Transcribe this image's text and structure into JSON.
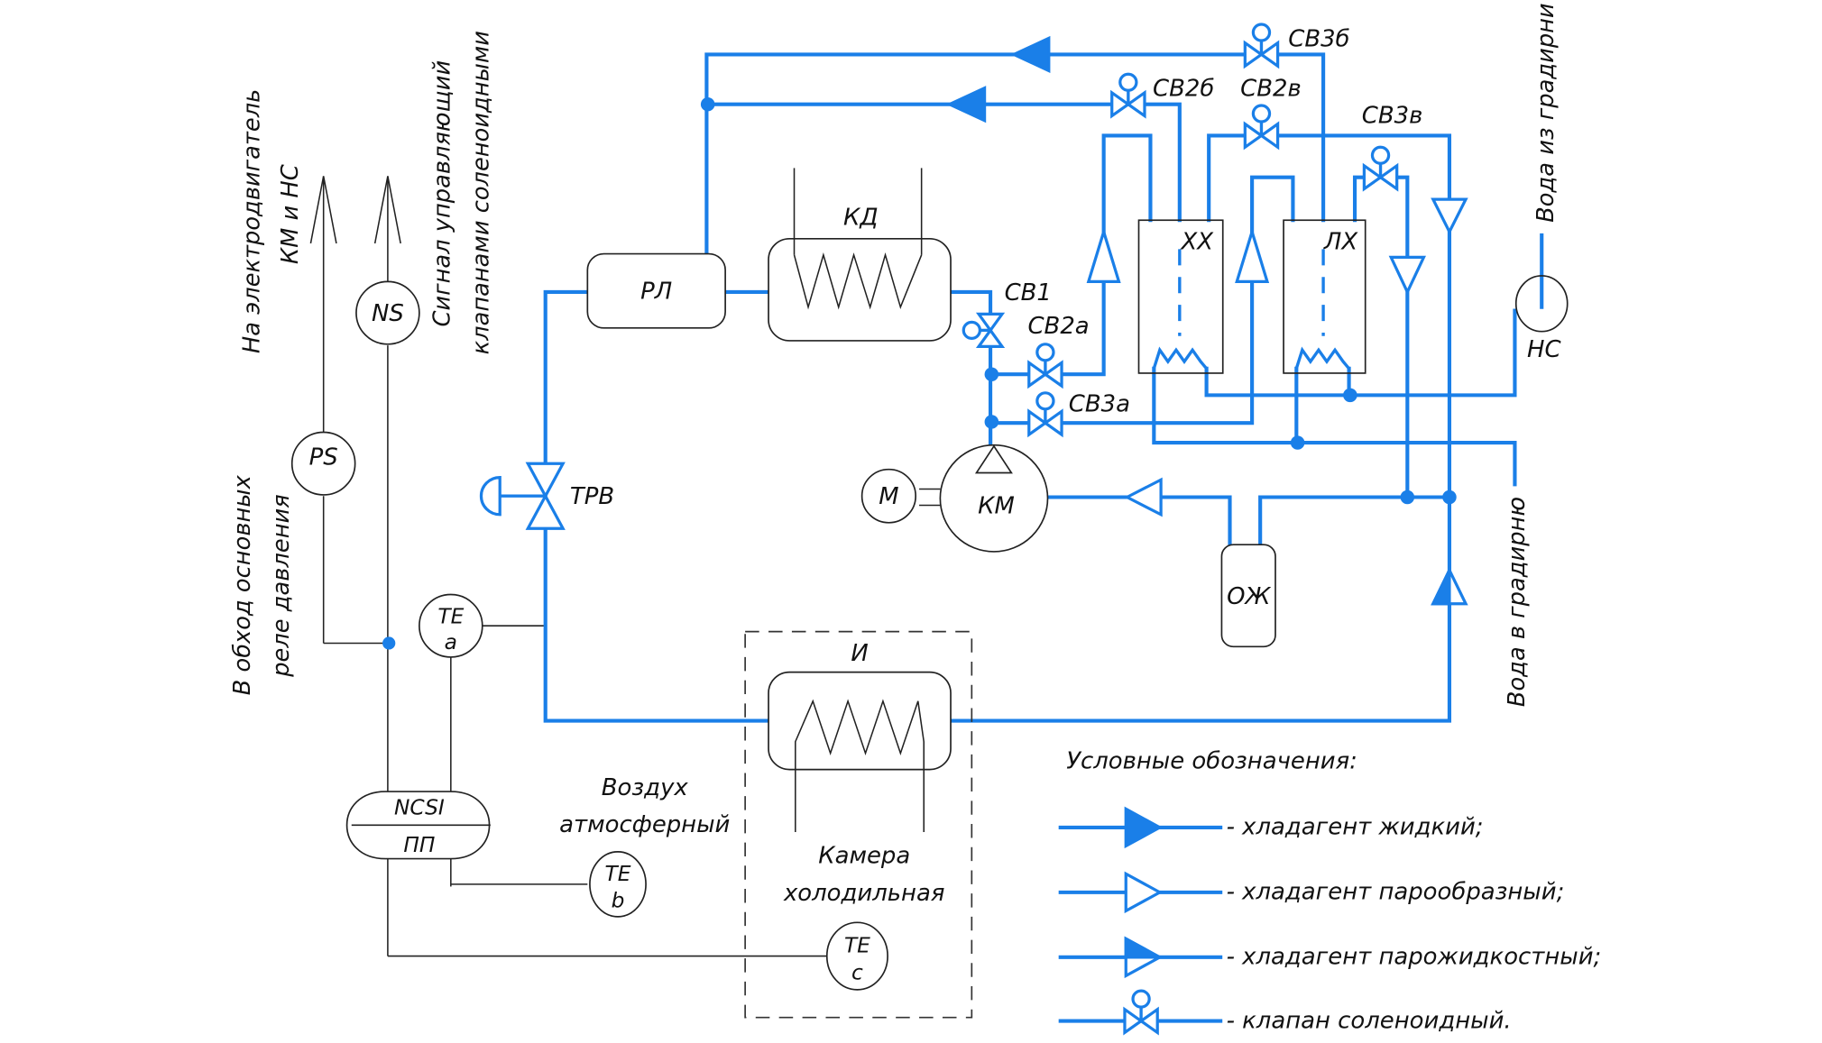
{
  "colors": {
    "pipe": "#1a7fe8",
    "wire": "#222222",
    "background": "#ffffff"
  },
  "components": {
    "receiver": "РЛ",
    "condenser": "КД",
    "compressor": "КМ",
    "motor": "М",
    "expansion_valve": "ТРВ",
    "evaporator": "И",
    "cold_accumulator": "ХХ",
    "ice_accumulator": "ЛХ",
    "liquid_separator": "ОЖ",
    "pump": "НС"
  },
  "valves": {
    "sv1": "СВ1",
    "sv2a": "СВ2а",
    "sv2b": "СВ2б",
    "sv2v": "СВ2в",
    "sv3a": "СВ3а",
    "sv3b": "СВ3б",
    "sv3v": "СВ3в"
  },
  "instruments": {
    "ns": "NS",
    "ps": "PS",
    "controller_top": "NCSI",
    "controller_bottom": "ПП",
    "te_a": {
      "top": "TE",
      "bottom": "a"
    },
    "te_b": {
      "top": "TE",
      "bottom": "b"
    },
    "te_c": {
      "top": "TE",
      "bottom": "c"
    }
  },
  "annotations": {
    "motor_line_1": "На электродвигатель",
    "motor_line_2": "КМ и НС",
    "signal_line_1": "Сигнал управляющий",
    "signal_line_2": "клапанами соленоидными",
    "bypass_line_1": "В обход основных",
    "bypass_line_2": "реле давления",
    "air_line_1": "Воздух",
    "air_line_2": "атмосферный",
    "chamber_line_1": "Камера",
    "chamber_line_2": "холодильная",
    "water_from": "Вода из градирни",
    "water_to": "Вода в градирню"
  },
  "legend": {
    "title": "Условные обозначения:",
    "items": [
      {
        "symbol": "filled-triangle",
        "label": "- хладагент жидкий;"
      },
      {
        "symbol": "open-triangle",
        "label": "- хладагент парообразный;"
      },
      {
        "symbol": "half-filled-triangle",
        "label": "- хладагент парожидкостный;"
      },
      {
        "symbol": "solenoid-valve",
        "label": "- клапан соленоидный."
      }
    ]
  }
}
